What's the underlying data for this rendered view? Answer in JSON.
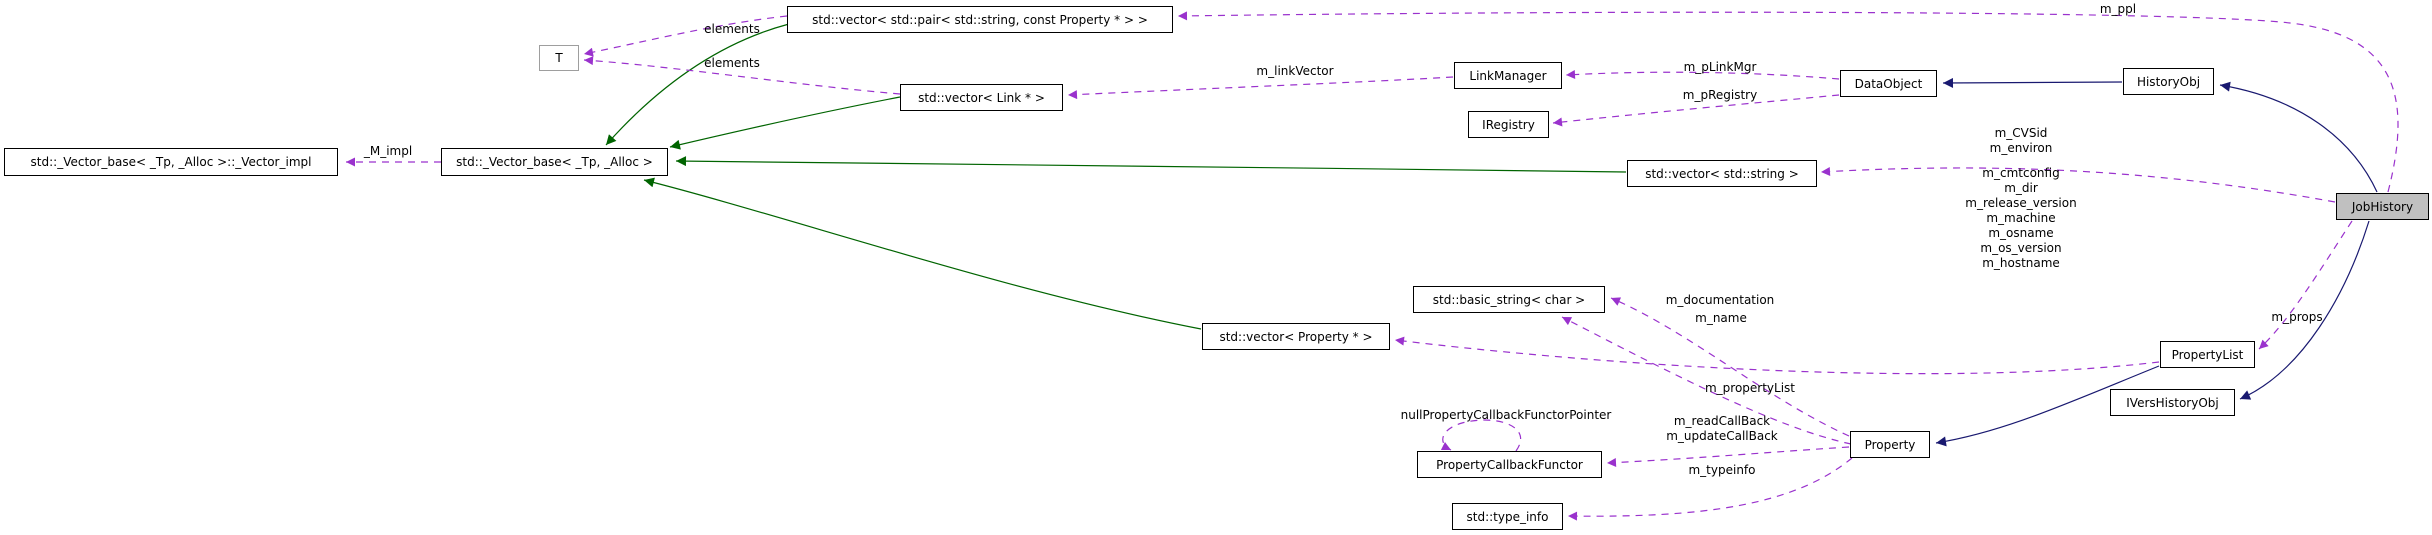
{
  "diagram": {
    "nodes": {
      "vector_impl": {
        "label": "std::_Vector_base< _Tp, _Alloc >::_Vector_impl"
      },
      "vector_base": {
        "label": "std::_Vector_base< _Tp, _Alloc >"
      },
      "t": {
        "label": "T"
      },
      "vec_pair": {
        "label": "std::vector< std::pair< std::string, const Property * > >"
      },
      "vec_link": {
        "label": "std::vector< Link * >"
      },
      "link_manager": {
        "label": "LinkManager"
      },
      "iregistry": {
        "label": "IRegistry"
      },
      "data_object": {
        "label": "DataObject"
      },
      "history_obj": {
        "label": "HistoryObj"
      },
      "job_history": {
        "label": "JobHistory"
      },
      "vec_string": {
        "label": "std::vector< std::string >"
      },
      "basic_string": {
        "label": "std::basic_string< char >"
      },
      "vec_property": {
        "label": "std::vector< Property * >"
      },
      "property_list": {
        "label": "PropertyList"
      },
      "ivers_history_obj": {
        "label": "IVersHistoryObj"
      },
      "property": {
        "label": "Property"
      },
      "property_callback_functor": {
        "label": "PropertyCallbackFunctor"
      },
      "type_info": {
        "label": "std::type_info"
      }
    },
    "edge_labels": {
      "m_ppl": "m_ppl",
      "elements": "elements",
      "m_linkVector": "m_linkVector",
      "m_pLinkMgr": "m_pLinkMgr",
      "m_pRegistry": "m_pRegistry",
      "m_impl": "_M_impl",
      "jobhistory_members_top": [
        "m_CVSid",
        "m_environ"
      ],
      "jobhistory_members_bottom": [
        "m_cmtconfig",
        "m_dir",
        "m_release_version",
        "m_machine",
        "m_osname",
        "m_os_version",
        "m_hostname"
      ],
      "m_documentation": "m_documentation",
      "m_name": "m_name",
      "m_props": "m_props",
      "m_propertyList": "m_propertyList",
      "null_functor_pointer": "nullPropertyCallbackFunctorPointer",
      "callbacks": [
        "m_readCallBack",
        "m_updateCallBack"
      ],
      "m_typeinfo": "m_typeinfo"
    },
    "colors": {
      "inheritance_edge": "#191970",
      "usage_edge": "#9a32cd",
      "template_edge": "#006400",
      "focus_node_fill": "#c0c0c0"
    }
  }
}
